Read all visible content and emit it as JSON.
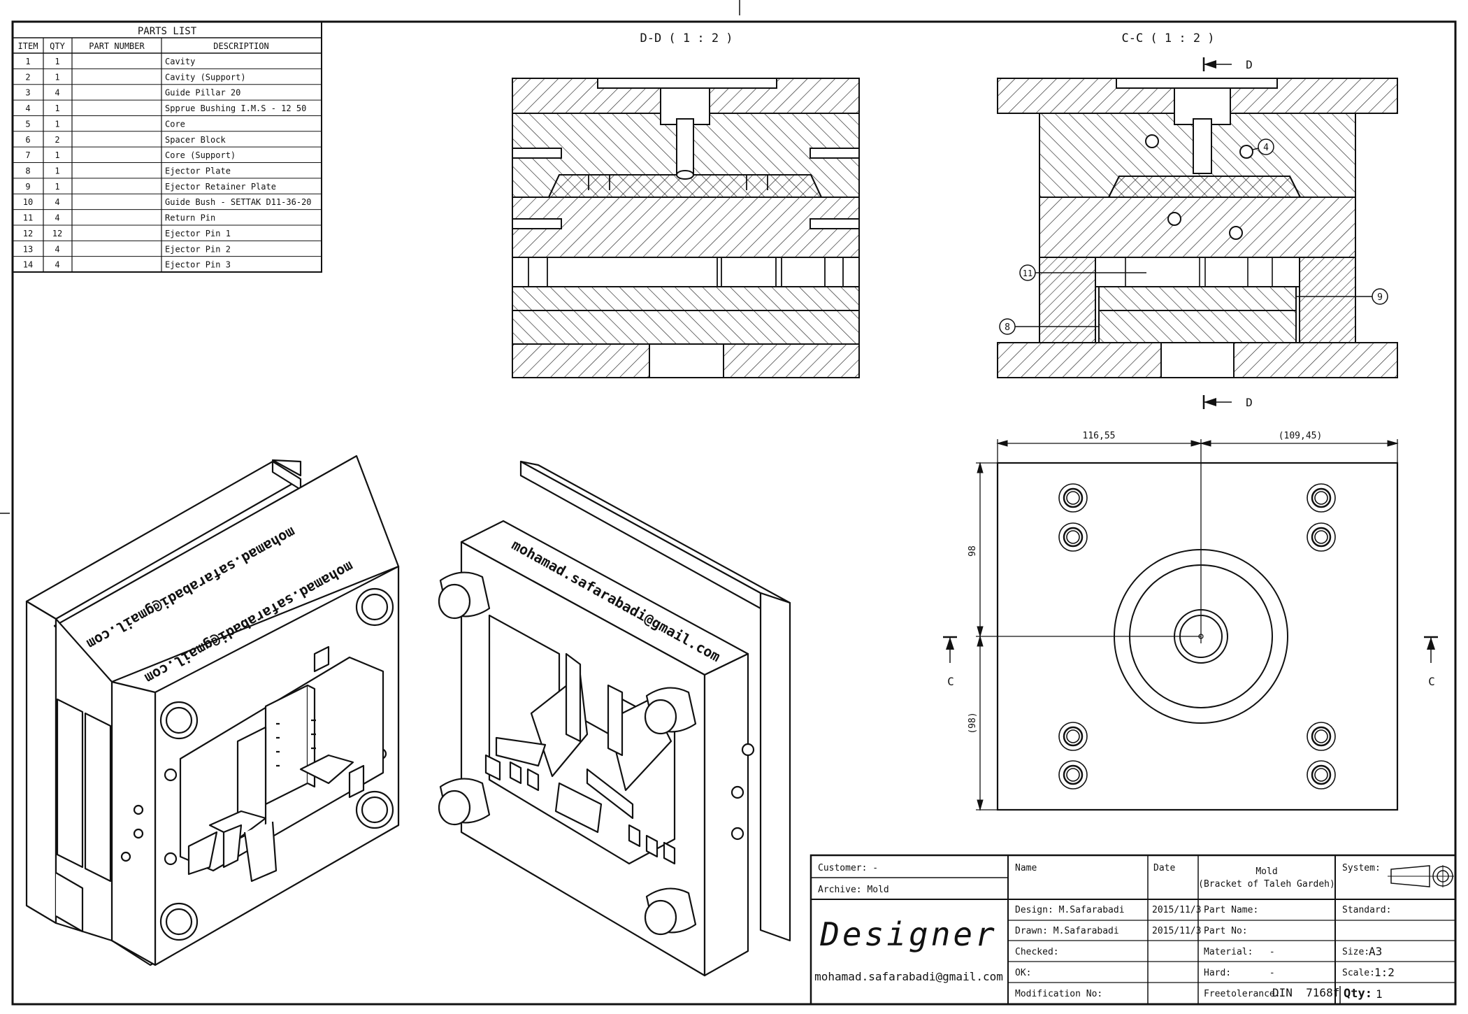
{
  "parts_list": {
    "title": "PARTS LIST",
    "headers": [
      "ITEM",
      "QTY",
      "PART NUMBER",
      "DESCRIPTION"
    ],
    "rows": [
      [
        "1",
        "1",
        "",
        "Cavity"
      ],
      [
        "2",
        "1",
        "",
        "Cavity (Support)"
      ],
      [
        "3",
        "4",
        "",
        "Guide Pillar 20"
      ],
      [
        "4",
        "1",
        "",
        "Spprue Bushing I.M.S - 12 50"
      ],
      [
        "5",
        "1",
        "",
        "Core"
      ],
      [
        "6",
        "2",
        "",
        "Spacer Block"
      ],
      [
        "7",
        "1",
        "",
        "Core (Support)"
      ],
      [
        "8",
        "1",
        "",
        "Ejector Plate"
      ],
      [
        "9",
        "1",
        "",
        "Ejector Retainer Plate"
      ],
      [
        "10",
        "4",
        "",
        "Guide Bush - SETTAK D11-36-20"
      ],
      [
        "11",
        "4",
        "",
        "Return Pin"
      ],
      [
        "12",
        "12",
        "",
        "Ejector Pin 1"
      ],
      [
        "13",
        "4",
        "",
        "Ejector Pin 2"
      ],
      [
        "14",
        "4",
        "",
        "Ejector Pin 3"
      ]
    ]
  },
  "views": {
    "dd_title": "D-D ( 1 : 2 )",
    "cc_title": "C-C ( 1 : 2 )",
    "section_d": "D",
    "section_c": "C",
    "balloons": [
      "4",
      "11",
      "9",
      "8"
    ],
    "dim_left": "116,55",
    "dim_right": "(109,45)",
    "dim_top": "98",
    "dim_bottom": "(98)"
  },
  "isometric": {
    "engraving": "mohamad.safarabadi@gmail.com"
  },
  "title_block": {
    "customer": "Customer: -",
    "archive": "Archive: Mold",
    "designer_logo": "Designer",
    "email": "mohamad.safarabadi@gmail.com",
    "name_label": "Name",
    "date_label": "Date",
    "title_line1": "Mold",
    "title_line2": "(Bracket of Taleh Gardeh)",
    "system_label": "System:",
    "design": "Design:  M.Safarabadi",
    "design_date": "2015/11/3",
    "drawn": "Drawn:  M.Safarabadi",
    "drawn_date": "2015/11/3",
    "checked": "Checked:",
    "ok": "OK:",
    "modification": "Modification No:",
    "part_name": "Part Name:",
    "part_no": "Part No:",
    "material": "Material:   -",
    "hard": "Hard:       -",
    "freetolerance": "Freetolerance:",
    "freetolerance_value": "DIN  7168f",
    "standard": "Standard:",
    "size_label": "Size:",
    "size_value": "A3",
    "scale_label": "Scale:",
    "scale_value": "1:2",
    "qty_label": "Qty:",
    "qty_value": "1"
  }
}
